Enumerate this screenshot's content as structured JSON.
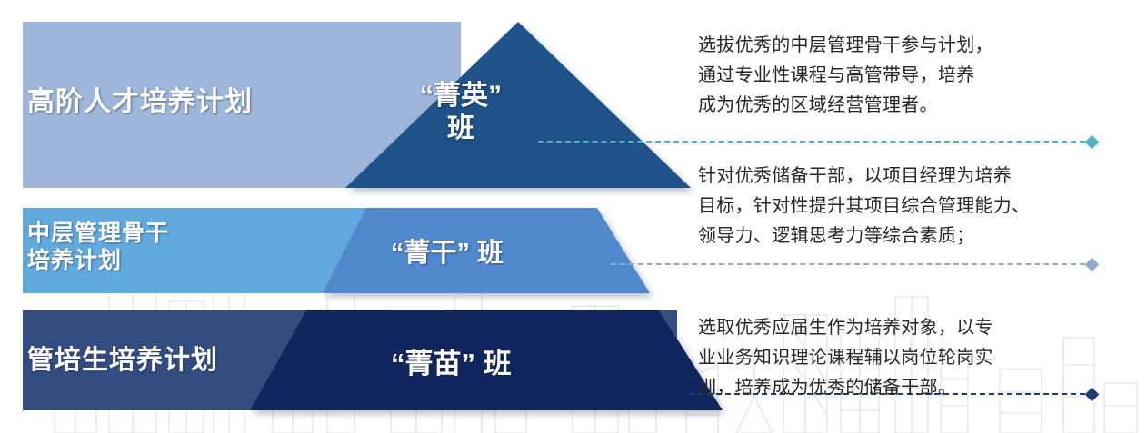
{
  "diagram": {
    "type": "pyramid-three-tier",
    "title_visible": false,
    "tiers": [
      {
        "id": "tier-top",
        "plan_label": "高阶人才培养计划",
        "class_label": "“菁英”\n班",
        "band_color": "#9DB6D9",
        "shape_color": "#1F5289",
        "connector_color": "#4BB3C4",
        "description": "选拔优秀的中层管理骨干参与计划，\n通过专业性课程与高管带导，培养\n成为优秀的区域经营管理者。"
      },
      {
        "id": "tier-middle",
        "plan_label": "中层管理骨干\n培养计划",
        "class_label": "“菁干” 班",
        "band_color": "#61AADE",
        "shape_color": "#5289CE",
        "connector_color": "#93A8CC",
        "description": "针对优秀储备干部，以项目经理为培养\n目标，针对性提升其项目综合管理能力、\n领导力、逻辑思考力等综合素质；"
      },
      {
        "id": "tier-bottom",
        "plan_label": "管培生培养计划",
        "class_label": "“菁苗” 班",
        "band_color": "#344D80",
        "shape_color": "#12265E",
        "connector_color": "#1F3B74",
        "description": "选取优秀应届生作为培养对象，以专\n业业务知识理论课程辅以岗位轮岗实\n训，培养成为优秀的储备干部。"
      }
    ],
    "background": {
      "watermark": "city-skyline-outline",
      "watermark_color": "#C9CFDA",
      "page_color": "#FFFFFF"
    }
  }
}
